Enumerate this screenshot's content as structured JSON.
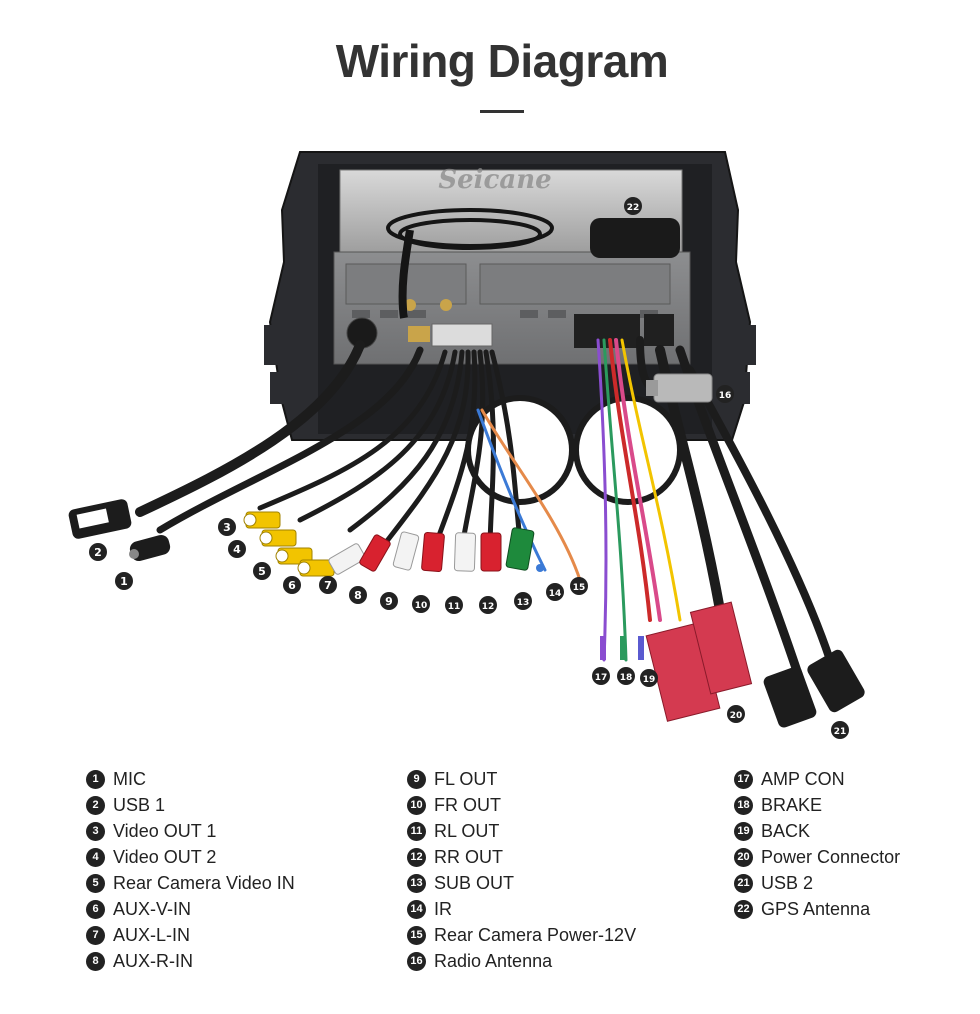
{
  "title": "Wiring Diagram",
  "brand": "Seicane",
  "callouts": [
    "1",
    "2",
    "3",
    "4",
    "5",
    "6",
    "7",
    "8",
    "9",
    "10",
    "11",
    "12",
    "13",
    "14",
    "15",
    "16",
    "17",
    "18",
    "19",
    "20",
    "21",
    "22"
  ],
  "legend": {
    "col1": [
      {
        "num": "1",
        "label": "MIC"
      },
      {
        "num": "2",
        "label": "USB 1"
      },
      {
        "num": "3",
        "label": "Video OUT 1"
      },
      {
        "num": "4",
        "label": "Video OUT 2"
      },
      {
        "num": "5",
        "label": "Rear Camera Video IN"
      },
      {
        "num": "6",
        "label": "AUX-V-IN"
      },
      {
        "num": "7",
        "label": "AUX-L-IN"
      },
      {
        "num": "8",
        "label": "AUX-R-IN"
      }
    ],
    "col2": [
      {
        "num": "9",
        "label": "FL OUT"
      },
      {
        "num": "10",
        "label": "FR OUT"
      },
      {
        "num": "11",
        "label": "RL OUT"
      },
      {
        "num": "12",
        "label": "RR OUT"
      },
      {
        "num": "13",
        "label": "SUB OUT"
      },
      {
        "num": "14",
        "label": "IR"
      },
      {
        "num": "15",
        "label": "Rear Camera Power-12V"
      },
      {
        "num": "16",
        "label": "Radio Antenna"
      }
    ],
    "col3": [
      {
        "num": "17",
        "label": "AMP CON"
      },
      {
        "num": "18",
        "label": "BRAKE"
      },
      {
        "num": "19",
        "label": "BACK"
      },
      {
        "num": "20",
        "label": "Power Connector"
      },
      {
        "num": "21",
        "label": "USB 2"
      },
      {
        "num": "22",
        "label": "GPS Antenna"
      }
    ]
  },
  "colors": {
    "yellow": "#f2c400",
    "white": "#f3f3f3",
    "red": "#d8222f",
    "green": "#1e8a3c",
    "connector_red": "#d43a50",
    "panel": "#2b2c30",
    "cable": "#1c1c1c"
  }
}
